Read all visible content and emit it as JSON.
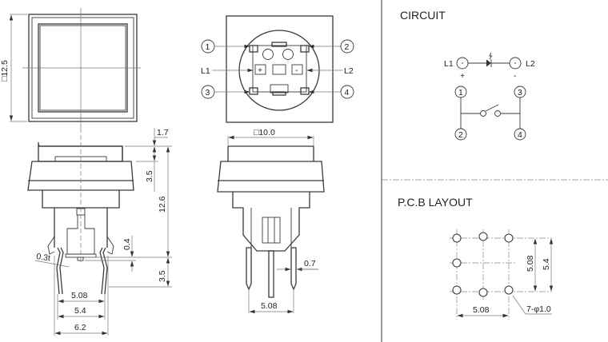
{
  "sections": {
    "circuit_title": "CIRCUIT",
    "pcb_title": "P.C.B LAYOUT"
  },
  "top_view": {
    "size_label": "□12.5"
  },
  "bottom_view": {
    "size_label": "□10.0",
    "pin_labels": [
      "1",
      "2",
      "3",
      "4"
    ],
    "led_labels": [
      "L1",
      "L2"
    ],
    "polarity": [
      "+",
      "-"
    ]
  },
  "front_view": {
    "dims": {
      "cap_offset": "1.7",
      "cap_height": "3.5",
      "total_height": "12.6",
      "stem_gap": "0.4",
      "pin_length": "3.5",
      "lead_thickness": "0.3t",
      "pin_pitch": "5.08",
      "lead_span": "5.4",
      "body_width": "6.2"
    }
  },
  "side_view": {
    "dims": {
      "pin_width": "0.7",
      "pin_pitch": "5.08"
    }
  },
  "circuit": {
    "led_left": "L1",
    "led_right": "L2",
    "plus": "+",
    "minus": "-",
    "pins": [
      "1",
      "3",
      "2",
      "4"
    ]
  },
  "pcb_layout": {
    "vertical_pitch": "5.08",
    "vertical_span": "5.4",
    "horizontal_pitch": "5.08",
    "hole_spec": "7-φ1.0"
  }
}
